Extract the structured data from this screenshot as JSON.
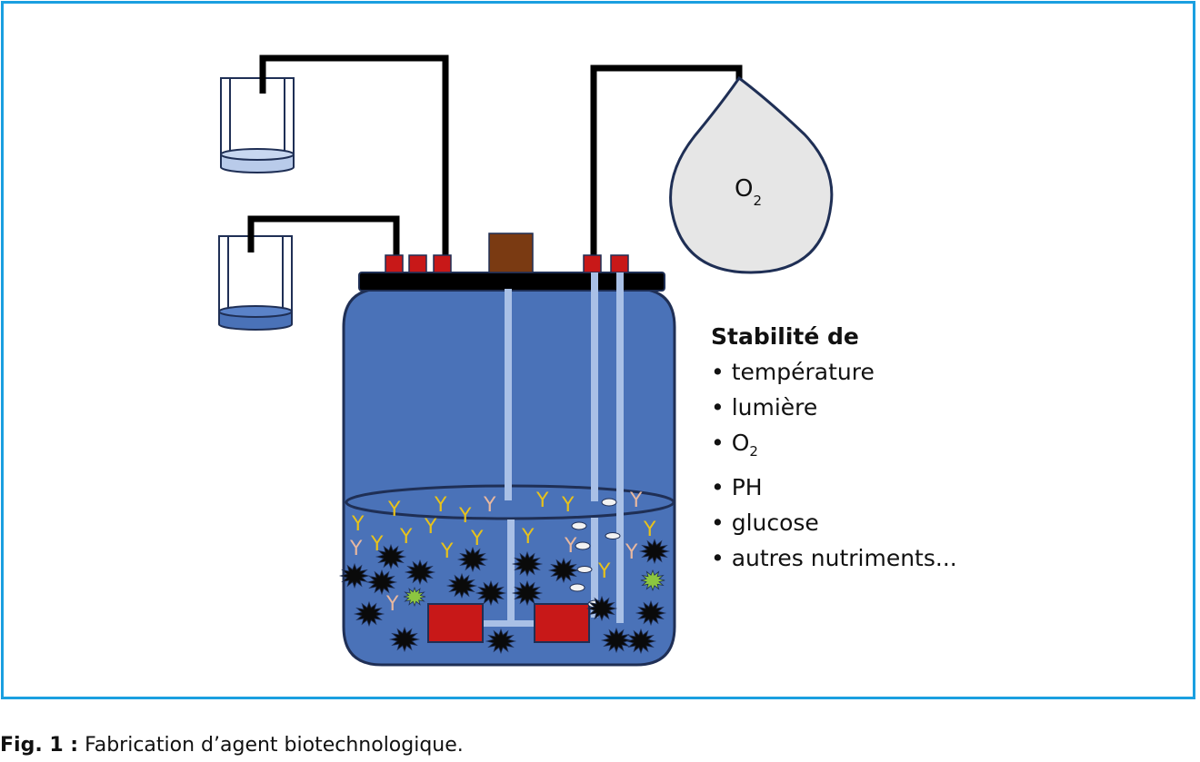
{
  "figure": {
    "balloon_label": "O",
    "balloon_label_sub": "2",
    "legend": {
      "title": "Stabilité de",
      "items": [
        {
          "bullet": "•",
          "text": "température",
          "sub": ""
        },
        {
          "bullet": "•",
          "text": "lumière",
          "sub": ""
        },
        {
          "bullet": "•",
          "text": "O",
          "sub": "2"
        },
        {
          "bullet": "•",
          "text": "PH",
          "sub": ""
        },
        {
          "bullet": "•",
          "text": "glucose",
          "sub": ""
        },
        {
          "bullet": "•",
          "text": "autres nutriments...",
          "sub": ""
        }
      ]
    },
    "caption": {
      "label": "Fig. 1 :",
      "text": " Fabrication d’agent biotechnologique."
    },
    "colors": {
      "frame": "#1a9fe0",
      "tank": "#4a72b8",
      "outline": "#1f2f55",
      "lid": "#000000",
      "port": "#c81818",
      "motor": "#7a3a12",
      "tube": "#a9c0e6",
      "antibody_yellow": "#e8c21a",
      "antibody_pink": "#e8b8a0",
      "cell": "#0a0a0a",
      "green_cell": "#8cc640",
      "balloon": "#e6e6e6"
    }
  }
}
